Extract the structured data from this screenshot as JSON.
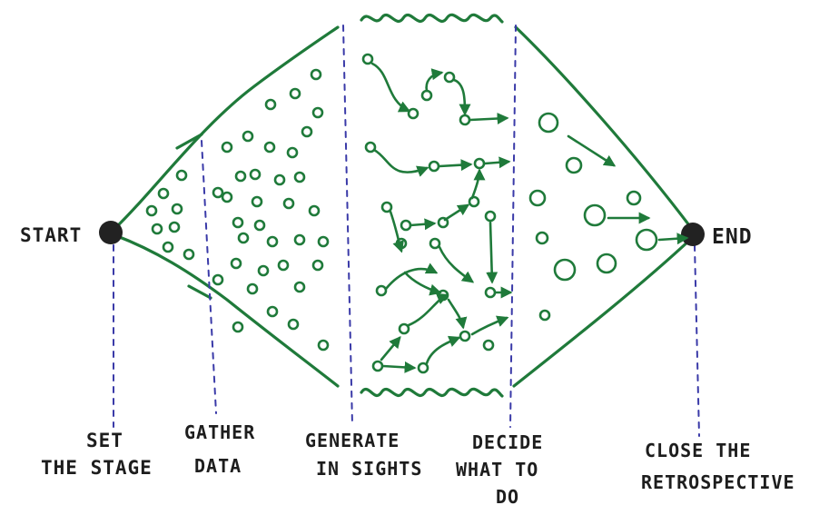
{
  "labels": {
    "start": "START",
    "end": "END",
    "phases": [
      {
        "line1": "SET",
        "line2": "THE STAGE",
        "line3": ""
      },
      {
        "line1": "GATHER",
        "line2": "DATA",
        "line3": ""
      },
      {
        "line1": "GENERATE",
        "line2": "IN SIGHTS",
        "line3": ""
      },
      {
        "line1": "DECIDE",
        "line2": "WHAT TO",
        "line3": "DO"
      },
      {
        "line1": "CLOSE THE",
        "line2": "RETROSPECTIVE",
        "line3": ""
      }
    ]
  },
  "colors": {
    "outline": "#1f7a3a",
    "divider": "#3a3aa8",
    "node": "#222222",
    "text": "#1d1d1d"
  }
}
